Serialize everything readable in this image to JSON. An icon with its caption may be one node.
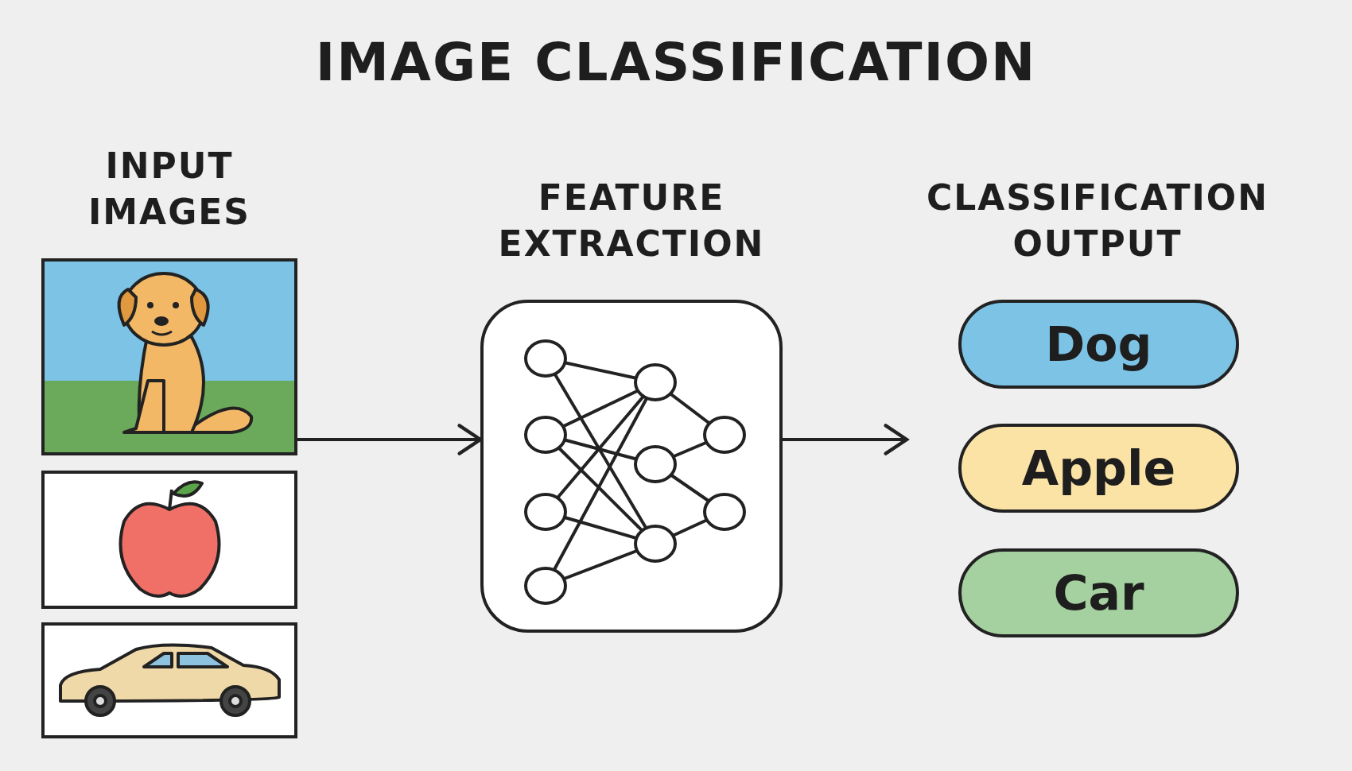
{
  "diagram": {
    "title": "IMAGE CLASSIFICATION",
    "nodes": [
      {
        "text": [
          "INPUT IMAGES"
        ]
      },
      {
        "text": [],
        "shape": "picture",
        "in": 0
      },
      {
        "text": [],
        "shape": "picture",
        "in": 0
      },
      {
        "text": [],
        "shape": "picture",
        "in": 0
      },
      {
        "text": [
          "FEATURE EXTRACTION"
        ]
      },
      {
        "text": [
          "CLASSIFICATION OUTPUT"
        ]
      },
      {
        "text": [
          "Dog"
        ],
        "in": 5
      },
      {
        "text": [
          "Apple"
        ],
        "in": 5
      },
      {
        "text": [
          "Car"
        ],
        "in": 5
      }
    ],
    "edges": [
      {
        "from": 0,
        "to": 4,
        "arrow": "to"
      },
      {
        "from": 4,
        "to": 5,
        "arrow": "to"
      }
    ]
  }
}
